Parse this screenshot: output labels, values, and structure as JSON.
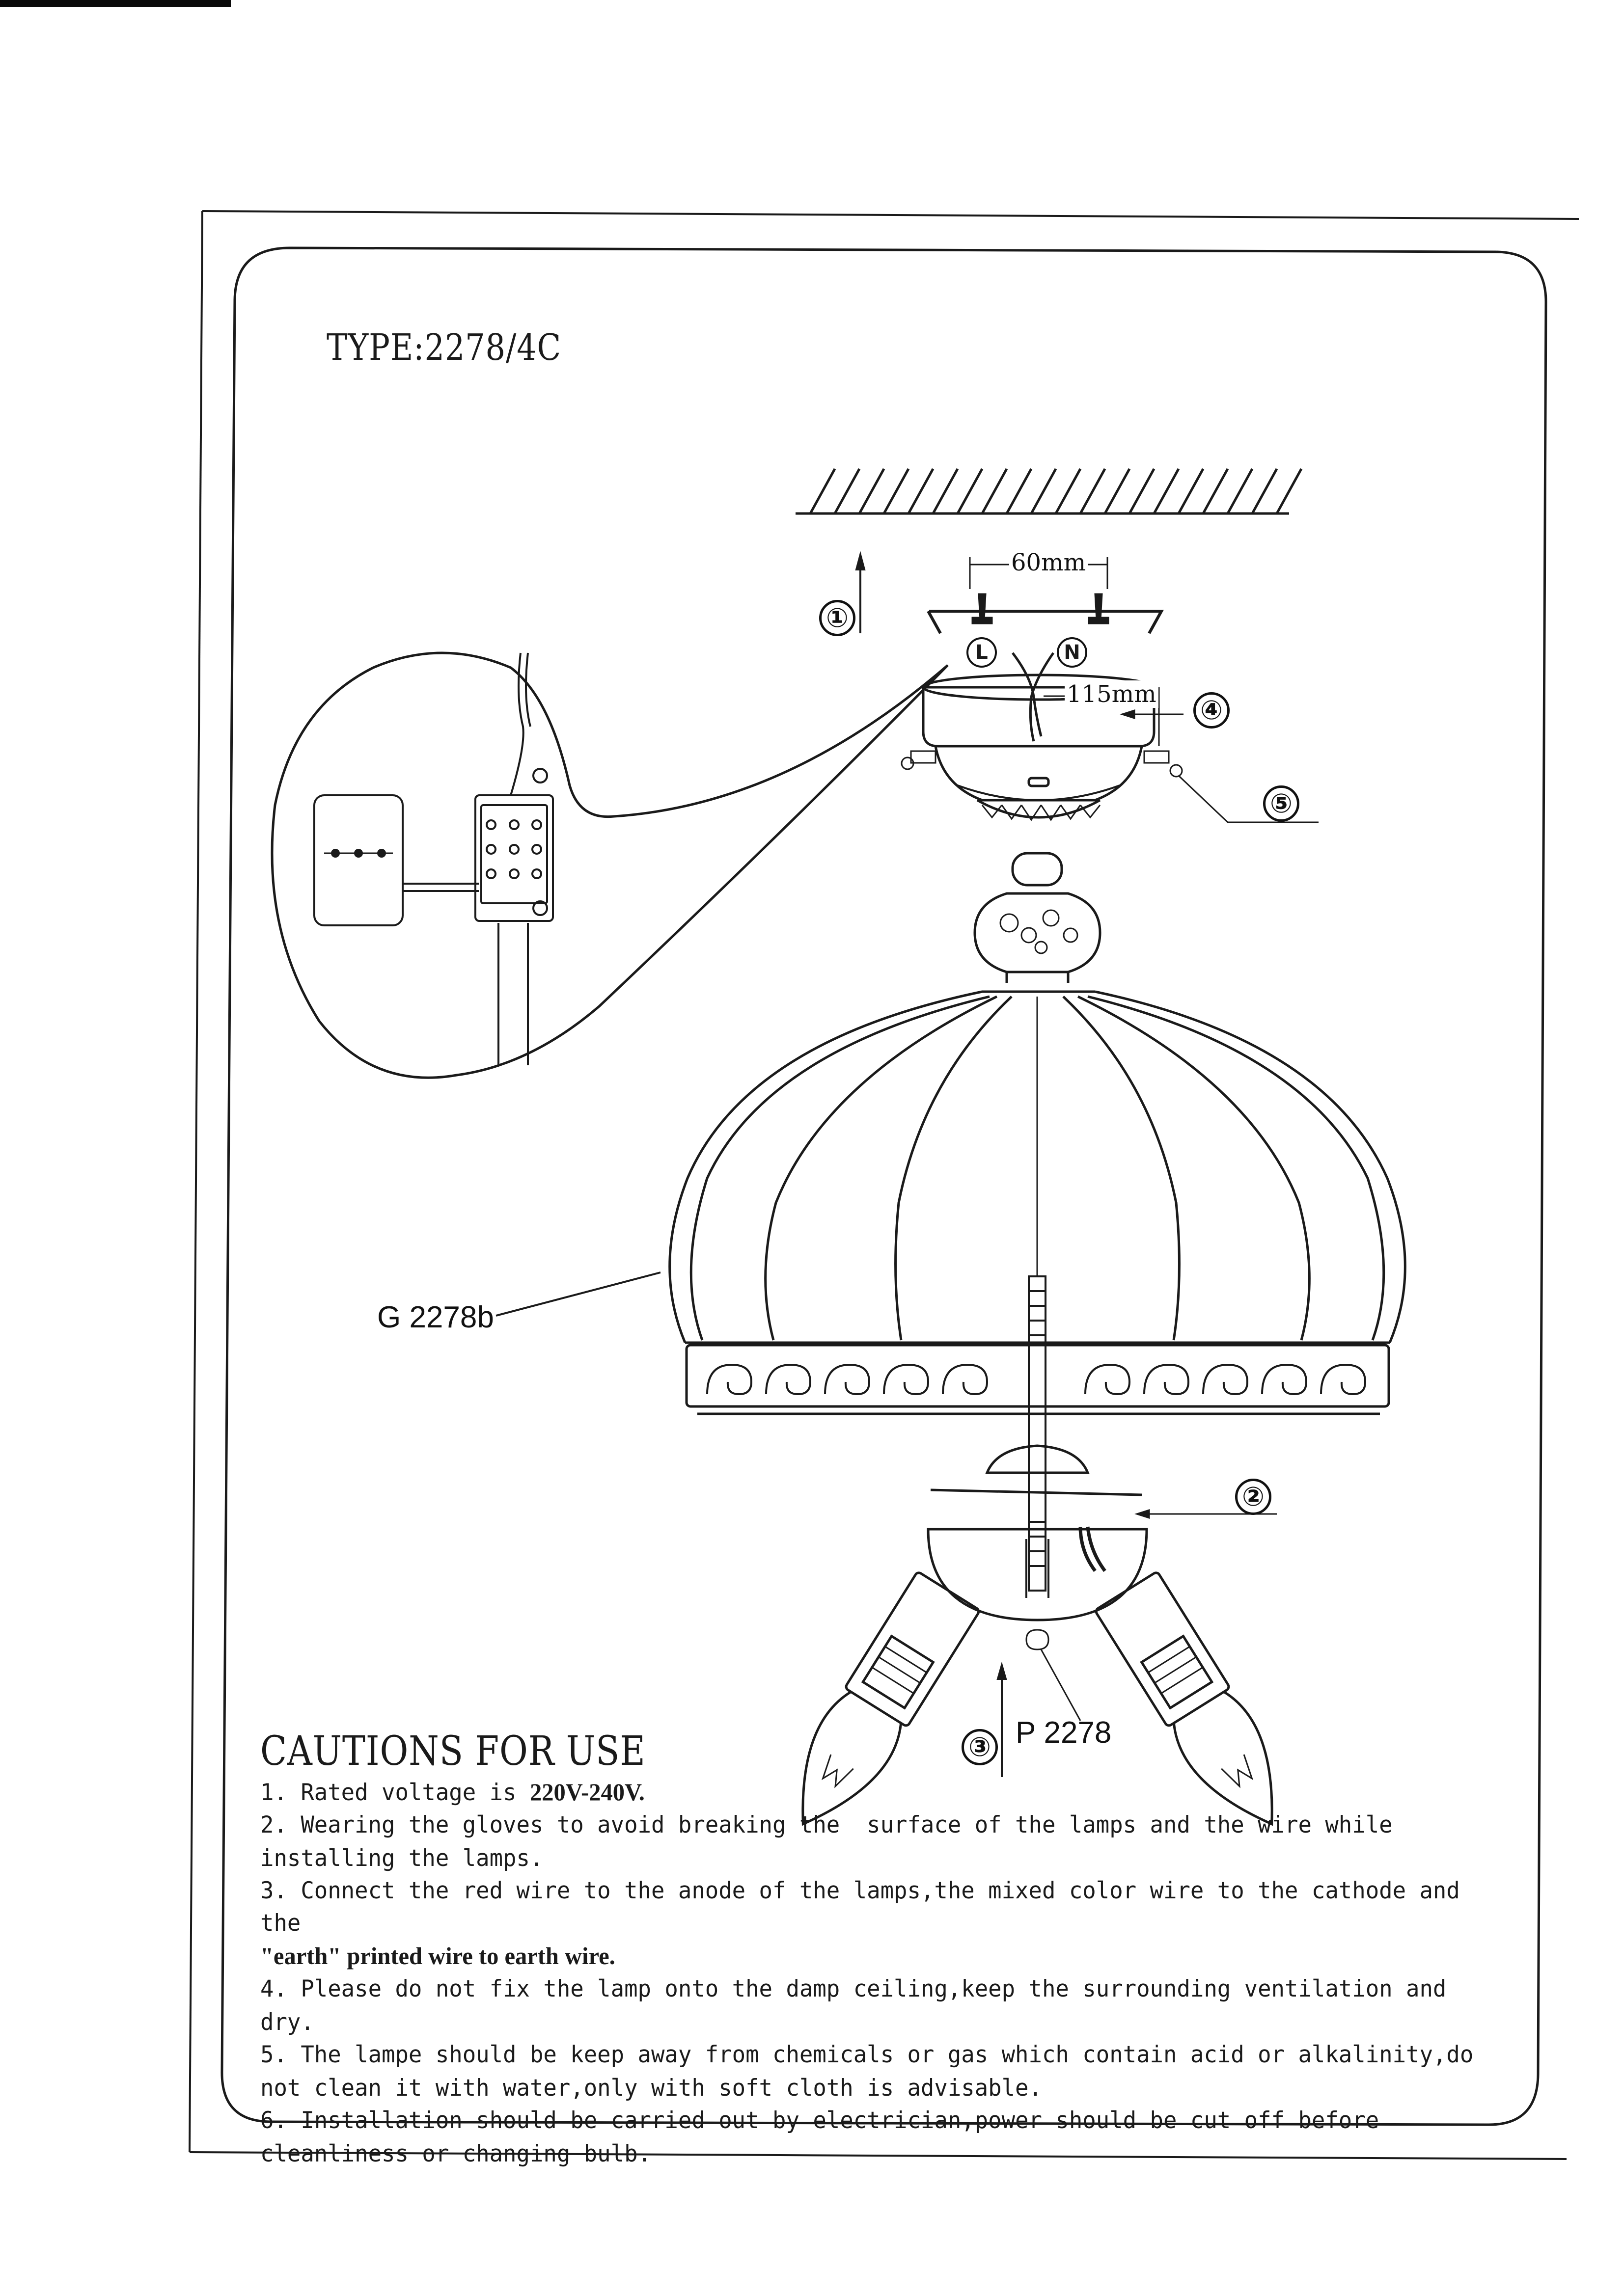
{
  "type_label": "TYPE:2278/4C",
  "callouts": {
    "shade_code": "G 2278b",
    "part_code": "P 2278"
  },
  "dimensions": {
    "screw_spacing": "60mm",
    "wire_length": "115mm"
  },
  "steps": [
    "①",
    "②",
    "③",
    "④",
    "⑤"
  ],
  "wire_marks": {
    "live": "L",
    "neutral": "N"
  },
  "cautions": {
    "title": "CAUTIONS FOR USE",
    "items": [
      {
        "text": "1. Rated voltage is ",
        "emphasis": "220V-240V."
      },
      {
        "text": "2. Wearing the gloves to avoid breaking the  surface of the lamps and the wire while\ninstalling the lamps.",
        "emphasis": ""
      },
      {
        "text": "3. Connect the red wire to the anode of the lamps,the mixed color wire to the cathode and the\n",
        "emphasis": "\"earth\" printed wire to earth wire."
      },
      {
        "text": "4. Please do not fix the lamp onto the damp ceiling,keep the surrounding ventilation and dry.",
        "emphasis": ""
      },
      {
        "text": "5. The lampe should be keep away from chemicals or gas which contain acid or alkalinity,do\nnot clean it with water,only with soft cloth is advisable.",
        "emphasis": ""
      },
      {
        "text": "6. Installation should be carried out by electrician,power should be cut off before\ncleanliness or changing bulb.",
        "emphasis": ""
      }
    ]
  },
  "icons": {
    "ceiling": "ceiling-hatch-icon",
    "screw": "screw-icon",
    "bulb": "candle-bulb-icon",
    "terminal": "terminal-block-icon"
  }
}
